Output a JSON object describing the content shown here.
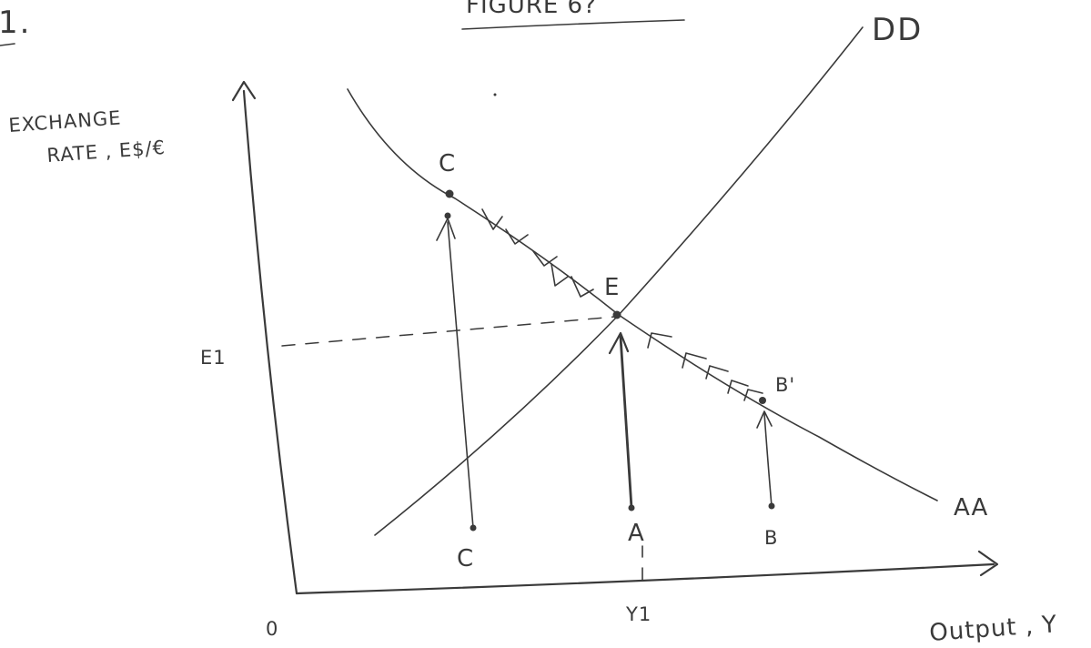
{
  "figure": {
    "number": "1.",
    "title": "FIGURE 6?"
  },
  "axes": {
    "y_label_line1": "EXCHANGE",
    "y_label_line2": "RATE ,  E$/€",
    "x_label": "Output , Y",
    "origin": "0",
    "y_tick": "E1",
    "x_tick": "Y1"
  },
  "curves": {
    "dd": "DD",
    "aa": "AA"
  },
  "points": {
    "c_top": "C",
    "e": "E",
    "b_prime": "B'",
    "c_bottom": "C",
    "a": "A",
    "b": "B"
  },
  "colors": {
    "ink": "#3a3a3a",
    "paper": "#ffffff"
  }
}
